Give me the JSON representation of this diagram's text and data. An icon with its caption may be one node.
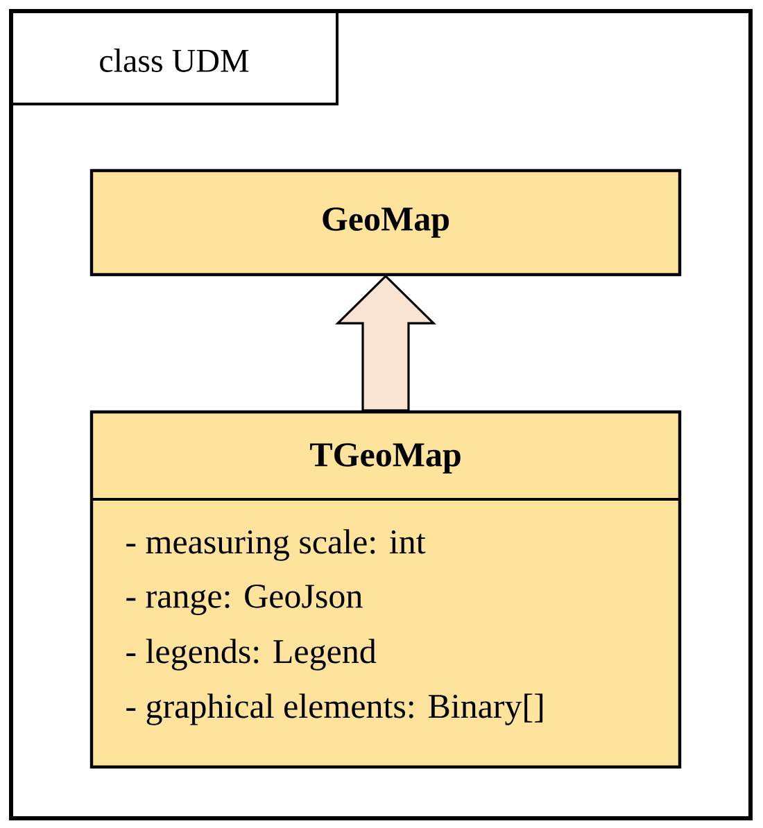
{
  "diagram": {
    "nodes": [
      {
        "text": [
          "class UDM"
        ]
      },
      {
        "text": [
          "GeoMap"
        ],
        "in": 0
      },
      {
        "text": [
          "TGeoMap",
          "- measuring scale: int",
          "- range: GeoJson",
          "- legends: Legend",
          "- graphical elements: Binary[]"
        ],
        "in": 0
      }
    ],
    "edges": [
      {
        "from": 2,
        "to": 1,
        "arrow": "to"
      }
    ]
  }
}
